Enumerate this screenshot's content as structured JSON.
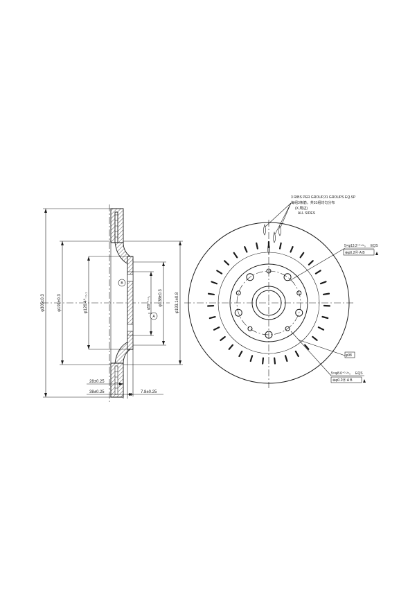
{
  "side_view": {
    "dims": {
      "outer_diameter": "φ305±0.3",
      "friction_diameter": "φ191±0.3",
      "hat_diameter": "φ126.4⁰₋₀.₁",
      "center_bore": "φ59⁺⁰·¹¹₀",
      "pilot_diameter": "φ138±0.3",
      "inner_friction": "φ193.1±0.8",
      "thickness_28": "28±0.25",
      "height_38": "38±0.25",
      "hat_thickness": "7.8±0.25"
    },
    "datum_a": "A",
    "datum_b": "B"
  },
  "front_view": {
    "ribs_note_en": "3 RIBS PER GROUP,31 GROUPS EQ.SP",
    "ribs_note_cn": "每组3条筋，共31组均匀分布",
    "all_sides_cn": "(X.周边)",
    "all_sides_en": "ALL SIDES",
    "hole_top_size": "5×φ13.2⁺⁰·²⁵₀",
    "hole_top_eqs": "EQS",
    "hole_top_pos": "⊕φ0.2Ⓜ A B",
    "pcd": "φ98",
    "hole_bot_size": "5×φ8.6⁺⁰·²⁵₀",
    "hole_bot_eqs": "EQS",
    "hole_bot_pos": "⊕φ0.2Ⓜ A B"
  }
}
